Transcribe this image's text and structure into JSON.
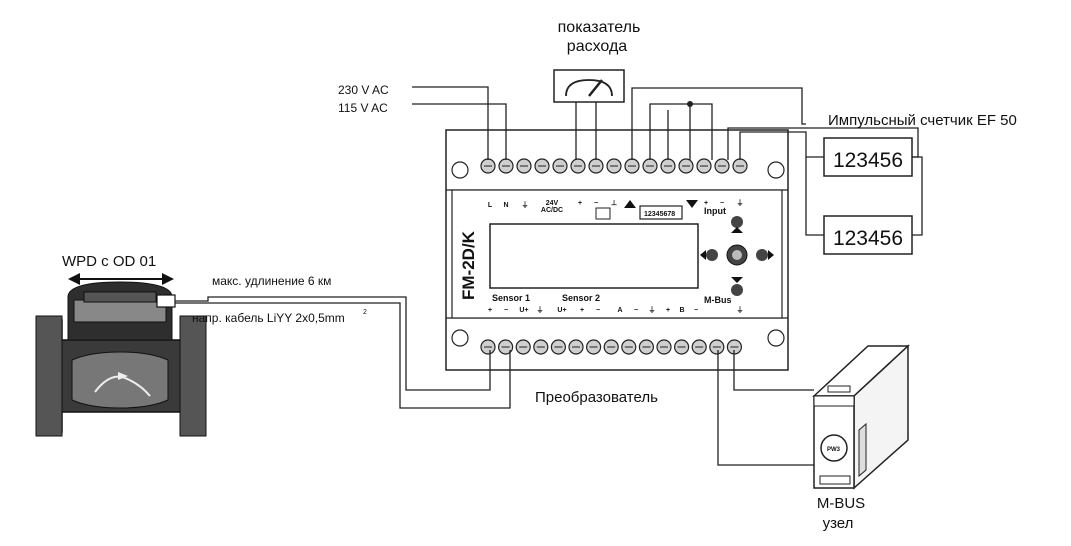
{
  "labels": {
    "flow_indicator_line1": "показатель",
    "flow_indicator_line2": "расхода",
    "supply_230": "230 V AC",
    "supply_115": "115 V AC",
    "pulse_counter": "Импульсный счетчик EF 50",
    "counter_1_display": "123456",
    "counter_2_display": "123456",
    "meter_name": "WPD с OD 01",
    "max_extension": "макс. удлинение 6 км",
    "cable_note": "напр. кабель LiYY 2x0,5mm",
    "cable_note_superscript": "2",
    "converter": "Преобразователь",
    "mbus_node_line1": "M-BUS",
    "mbus_node_line2": "узел"
  },
  "device": {
    "model": "FM-2D/K",
    "display_counter": "12345678",
    "top_markings": [
      "L",
      "N",
      "⏚",
      "24V",
      "AC/DC",
      "+",
      "−",
      "⊥",
      "+",
      "−",
      "⏚"
    ],
    "input_label": "Input",
    "bottom_markings": [
      "+",
      "−",
      "U+",
      "⏚",
      "U+",
      "+",
      "−",
      "A",
      "−",
      "⏚",
      "+",
      "B",
      "−",
      "⏚"
    ],
    "sensor1_label": "Sensor 1",
    "sensor2_label": "Sensor 2",
    "mbus_label": "M-Bus"
  },
  "mbus_box": {
    "badge": "PW3"
  },
  "colors": {
    "line": "#222222",
    "device_fill": "#ffffff",
    "screw_fill": "#cfcfcf",
    "meter_fill": "#3a3a3a"
  }
}
